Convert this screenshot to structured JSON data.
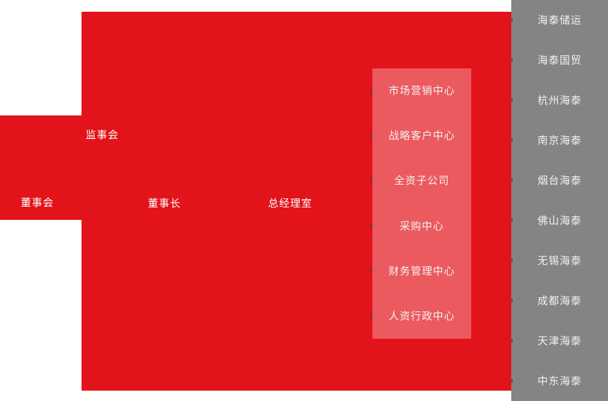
{
  "palette": {
    "brand_red": "#e2131b",
    "sidebar_gray": "#848484",
    "panel_overlay": "rgba(255,255,255,0.30)",
    "tick_marker": "#9e2a22",
    "label_text": "#ffffff"
  },
  "org_nodes": {
    "board_of_directors": "董事会",
    "supervisory_board": "监事会",
    "chairman": "董事长",
    "general_manager_office": "总经理室"
  },
  "center_panel": {
    "items": [
      {
        "label": "市场营销中心"
      },
      {
        "label": "战略客户中心"
      },
      {
        "label": "全资子公司"
      },
      {
        "label": "采购中心"
      },
      {
        "label": "财务管理中心"
      },
      {
        "label": "人资行政中心"
      }
    ]
  },
  "sidebar": {
    "items": [
      {
        "label": "海泰储运"
      },
      {
        "label": "海泰国贸"
      },
      {
        "label": "杭州海泰"
      },
      {
        "label": "南京海泰"
      },
      {
        "label": "烟台海泰"
      },
      {
        "label": "佛山海泰"
      },
      {
        "label": "无锡海泰"
      },
      {
        "label": "成都海泰"
      },
      {
        "label": "天津海泰"
      },
      {
        "label": "中东海泰"
      }
    ]
  }
}
